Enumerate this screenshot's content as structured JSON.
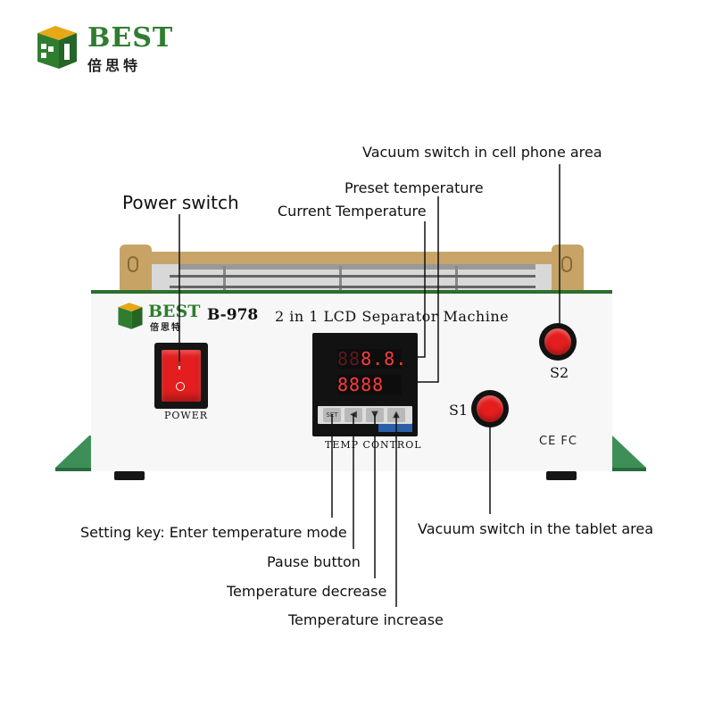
{
  "brand": {
    "name": "BEST",
    "chinese": "倍思特"
  },
  "machine": {
    "model": "B-978",
    "title": "2 in 1 LCD Separator Machine",
    "power_label": "POWER",
    "control_label": "TEMP CONTROL",
    "switch_s1": "S1",
    "switch_s2": "S2",
    "certifications": "CE FC"
  },
  "controller": {
    "display_top": "88",
    "display_top_highlight": "8.8.",
    "display_bottom": "8888",
    "key_set": "SET",
    "key_pause": "◀",
    "key_down": "▼",
    "key_up": "▲"
  },
  "callouts": {
    "vacuum_phone": "Vacuum switch in cell phone area",
    "preset_temp": "Preset temperature",
    "current_temp": "Current Temperature",
    "power_switch": "Power switch",
    "setting_key": "Setting key: Enter temperature mode",
    "pause_button": "Pause button",
    "temp_decrease": "Temperature decrease",
    "temp_increase": "Temperature increase",
    "vacuum_tablet": "Vacuum switch in the tablet area"
  },
  "colors": {
    "brand_green": "#2f7d2f",
    "button_red": "#e41e1e",
    "display_red": "#ff3b3b"
  }
}
